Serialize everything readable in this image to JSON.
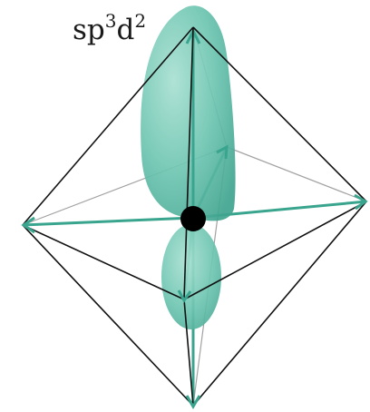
{
  "label": {
    "base": "sp",
    "sup1": "3",
    "mid": "d",
    "sup2": "2"
  },
  "colors": {
    "lobe_fill": "#6cc4b0",
    "lobe_light": "#9fdccd",
    "lobe_dark": "#3fa48e",
    "edge": "#111111",
    "axis": "#3aa58e",
    "nucleus": "#000000"
  }
}
